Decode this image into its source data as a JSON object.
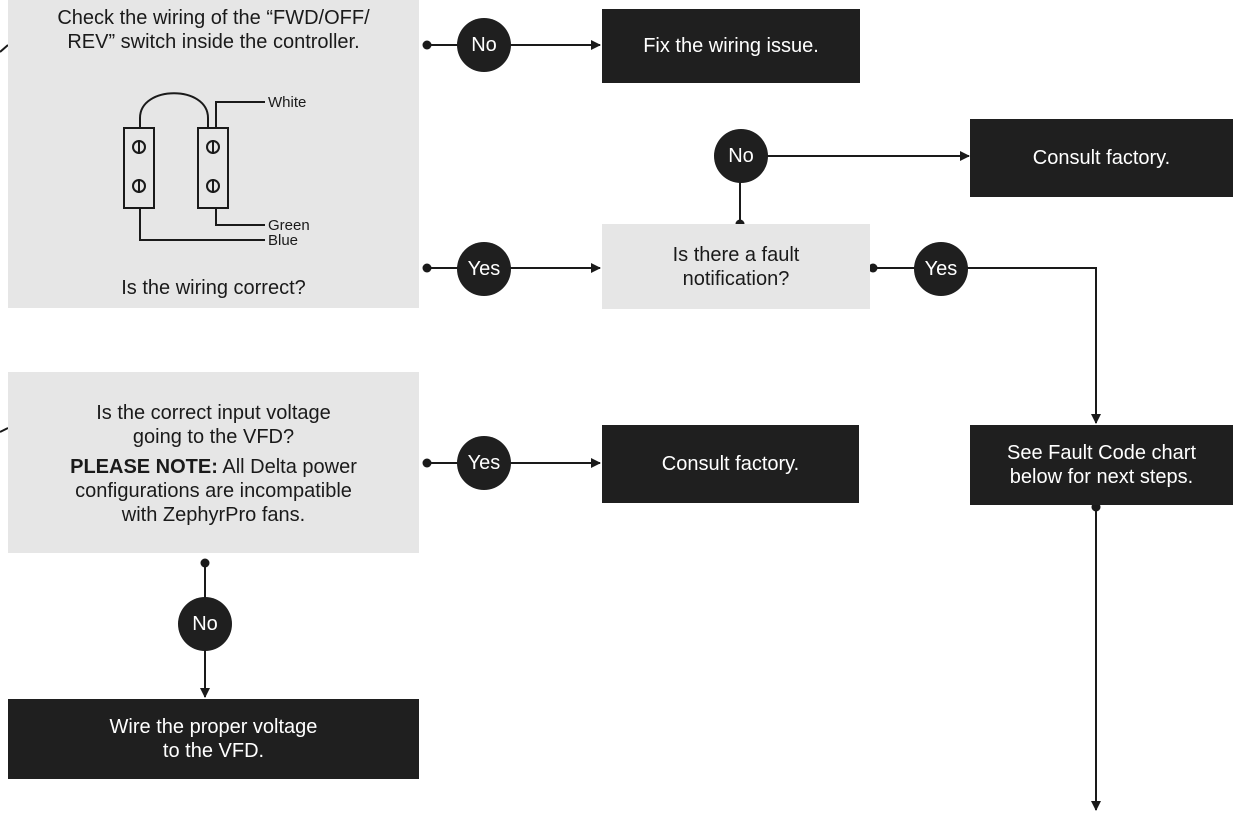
{
  "boxes": {
    "check_wiring": {
      "line1": "Check the wiring of the “FWD/OFF/",
      "line2": "REV” switch inside the controller.",
      "question": "Is the wiring correct?"
    },
    "fix_wiring": "Fix the wiring issue.",
    "consult_top": "Consult factory.",
    "fault_q": {
      "line1": "Is there a fault",
      "line2": "notification?"
    },
    "voltage_q": {
      "line1": "Is the correct input voltage",
      "line2": "going to the VFD?",
      "note_bold": "PLEASE NOTE:",
      "note_line1": " All Delta power",
      "note_line2": "configurations are incompatible",
      "note_line3": "with ZephyrPro fans."
    },
    "consult_mid": "Consult factory.",
    "fault_chart": {
      "line1": "See Fault Code chart",
      "line2": "below for next steps."
    },
    "wire_voltage": {
      "line1": "Wire the proper voltage",
      "line2": "to the VFD."
    }
  },
  "wiring_labels": {
    "white": "White",
    "green": "Green",
    "blue": "Blue"
  },
  "decisions": {
    "no_fix": "No",
    "no_consult": "No",
    "yes_fault": "Yes",
    "yes_chart": "Yes",
    "yes_consult": "Yes",
    "no_wire": "No"
  },
  "colors": {
    "dark_box": "#1f1f1f",
    "gray_box": "#e6e6e6",
    "line": "#1a1a1a"
  }
}
